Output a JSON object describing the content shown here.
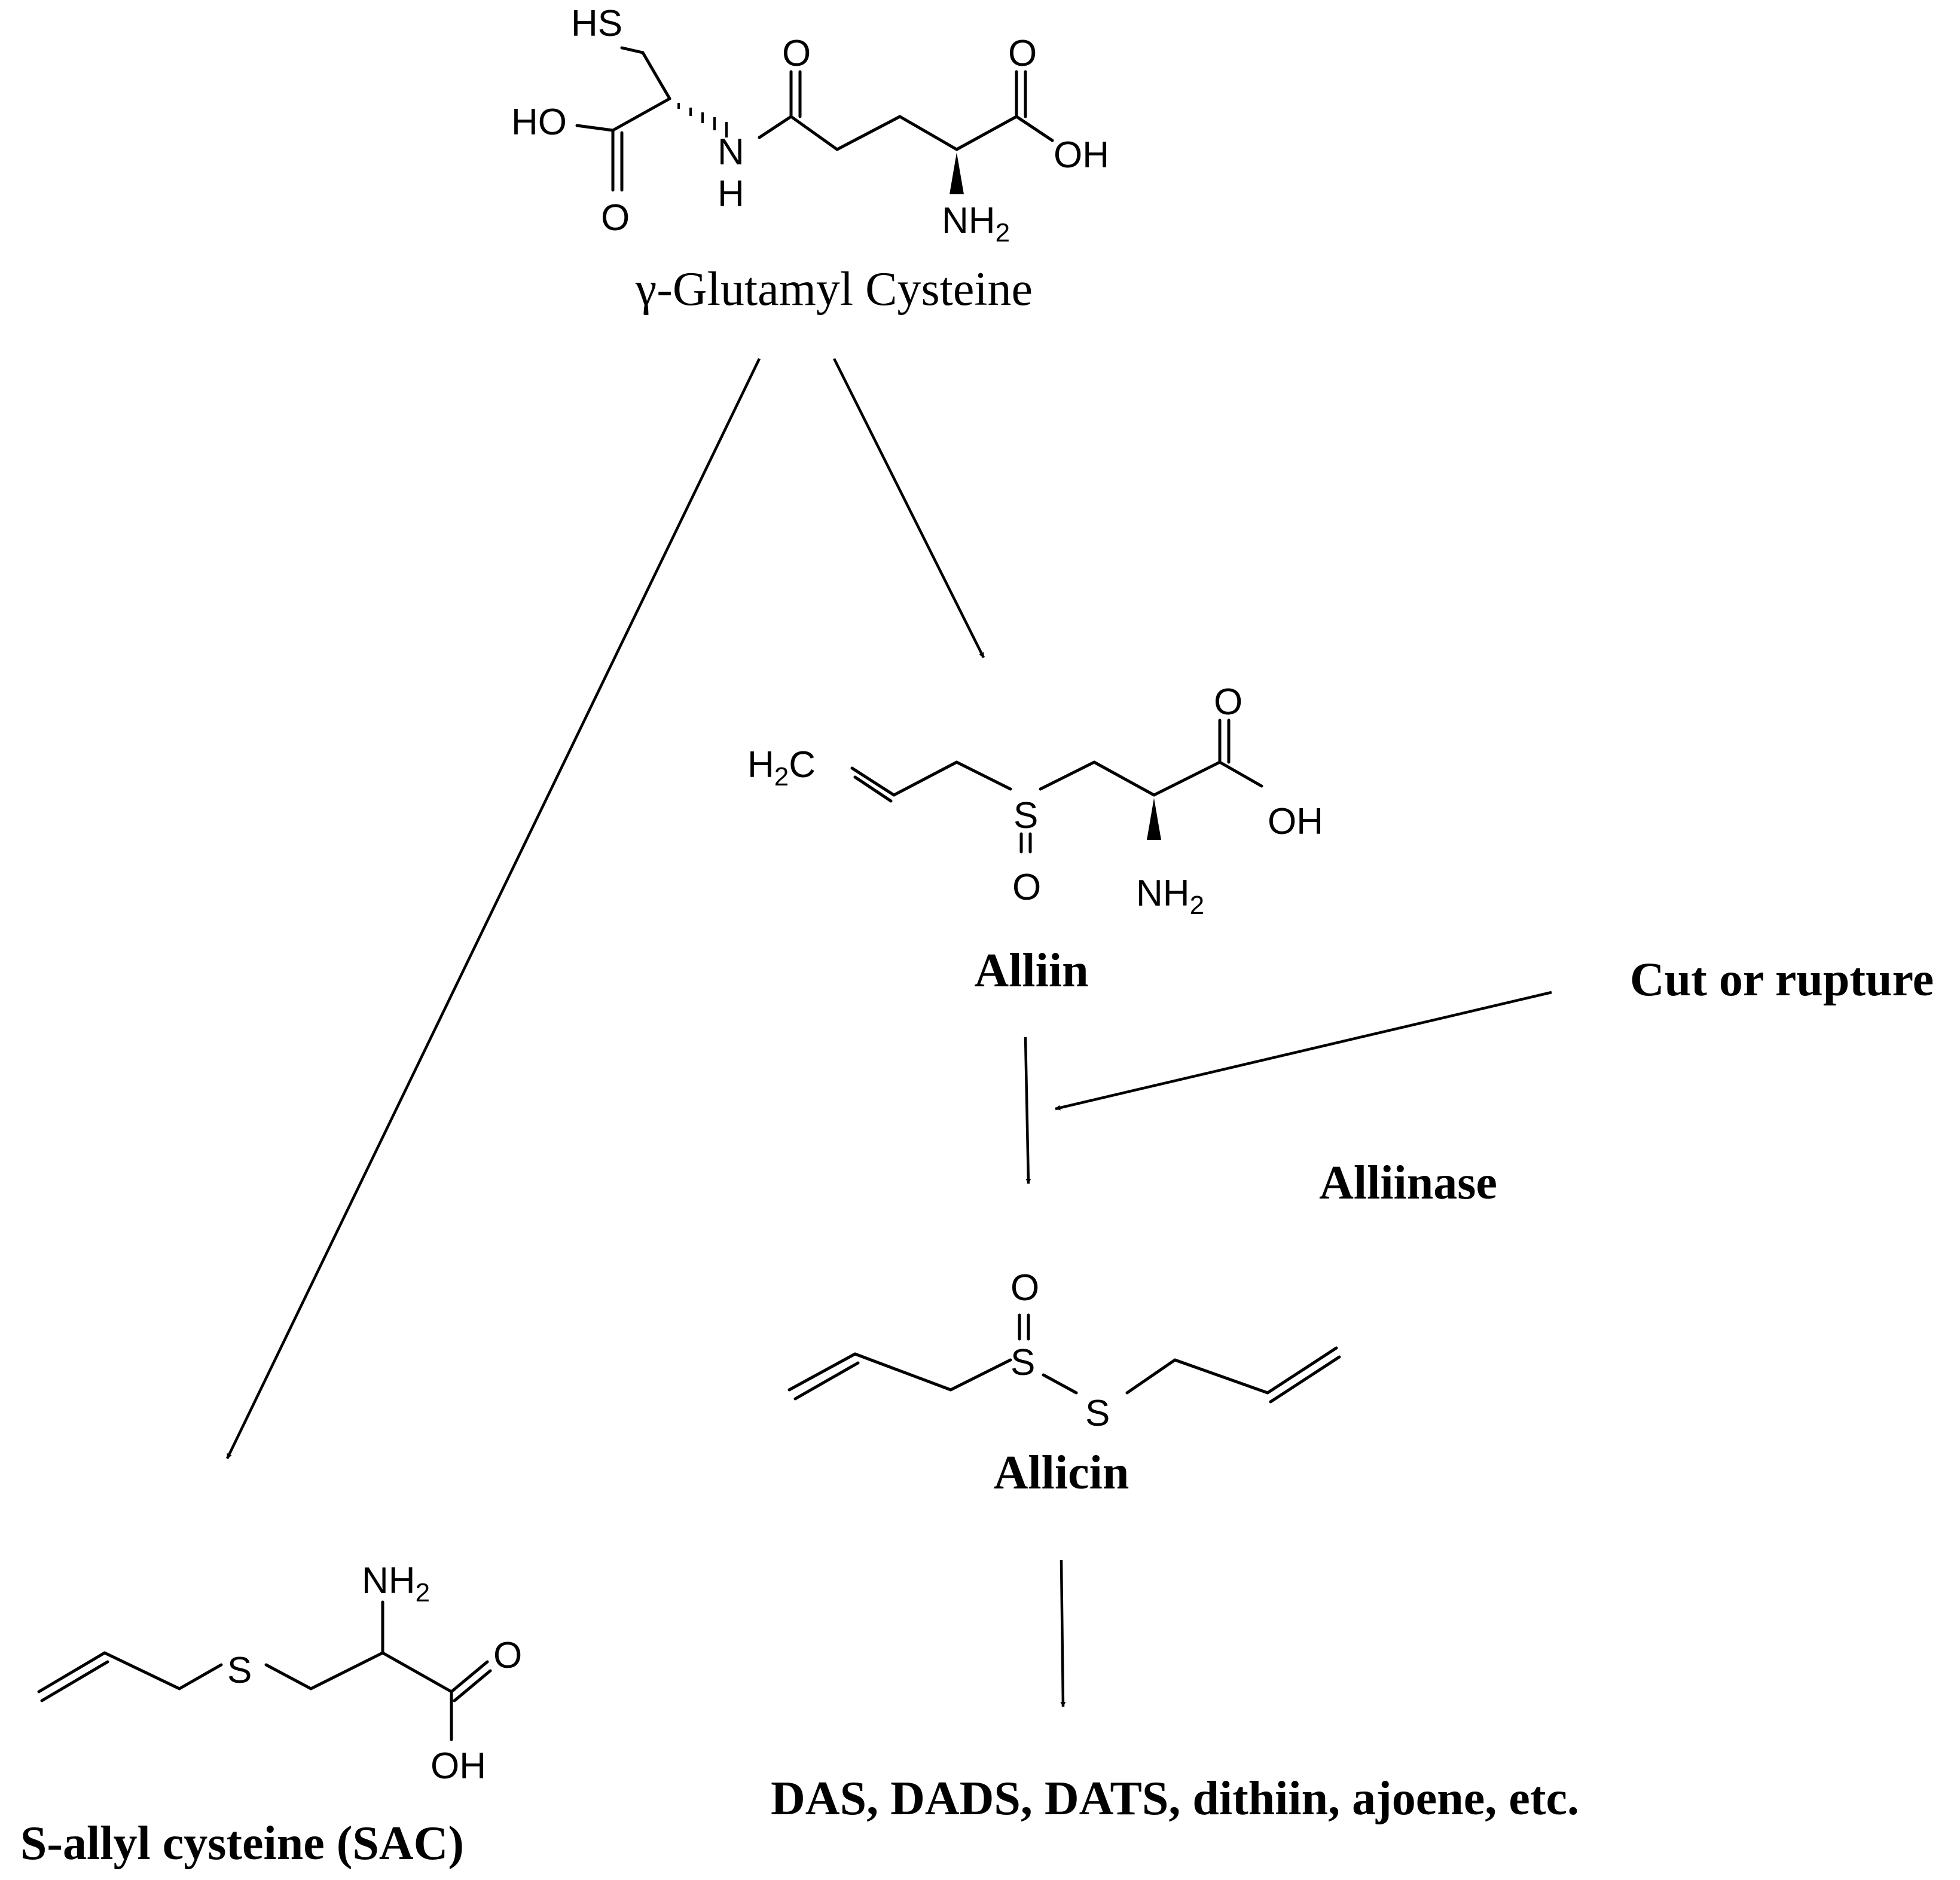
{
  "compounds": {
    "glutamyl_cysteine": {
      "name": "γ-Glutamyl Cysteine",
      "atoms": {
        "hs": "HS",
        "ho": "HO",
        "o_carbonyl_left": "O",
        "n": "N",
        "h": "H",
        "o_amide": "O",
        "o_acid": "O",
        "oh": "OH",
        "nh2_base": "NH",
        "nh2_sub": "2"
      }
    },
    "alliin": {
      "name": "Alliin",
      "atoms": {
        "h2c_base": "H",
        "h2c_sub": "2",
        "h2c_tail": "C",
        "s": "S",
        "o_sulfoxide": "O",
        "o_acid": "O",
        "oh": "OH",
        "nh2_base": "NH",
        "nh2_sub": "2"
      }
    },
    "allicin": {
      "name": "Allicin",
      "atoms": {
        "o": "O",
        "s1": "S",
        "s2": "S"
      }
    },
    "sac": {
      "name": "S-allyl cysteine (SAC)",
      "atoms": {
        "nh2_base": "NH",
        "nh2_sub": "2",
        "s": "S",
        "o": "O",
        "oh": "OH"
      }
    }
  },
  "labels": {
    "cut_or_rupture": "Cut or rupture",
    "alliinase": "Alliinase",
    "products": "DAS, DADS, DATS, dithiin, ajoene, etc."
  }
}
